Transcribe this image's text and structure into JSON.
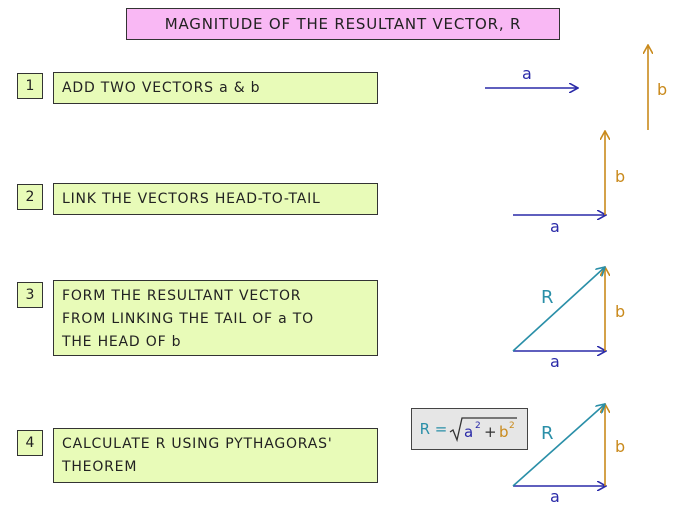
{
  "title": "MAGNITUDE OF THE RESULTANT VECTOR, R",
  "steps": [
    {
      "number": "1",
      "text": "ADD TWO VECTORS a & b"
    },
    {
      "number": "2",
      "text": "LINK THE VECTORS HEAD-TO-TAIL"
    },
    {
      "number": "3",
      "lines": [
        "FORM THE RESULTANT VECTOR",
        "FROM LINKING THE TAIL OF a TO",
        "THE HEAD OF b"
      ]
    },
    {
      "number": "4",
      "lines": [
        "CALCULATE R USING PYTHAGORAS'",
        "THEOREM"
      ]
    }
  ],
  "labels": {
    "a": "a",
    "b": "b",
    "R": "R"
  },
  "formula": {
    "lhs": "R =",
    "a": "a",
    "plus": "+",
    "b": "b",
    "exp": "2"
  },
  "colors": {
    "a": "#2a2aa8",
    "b": "#c98a1c",
    "R": "#2a8fa8",
    "step_bg": "#e8fbb8",
    "title_bg": "#f9b8f4"
  }
}
